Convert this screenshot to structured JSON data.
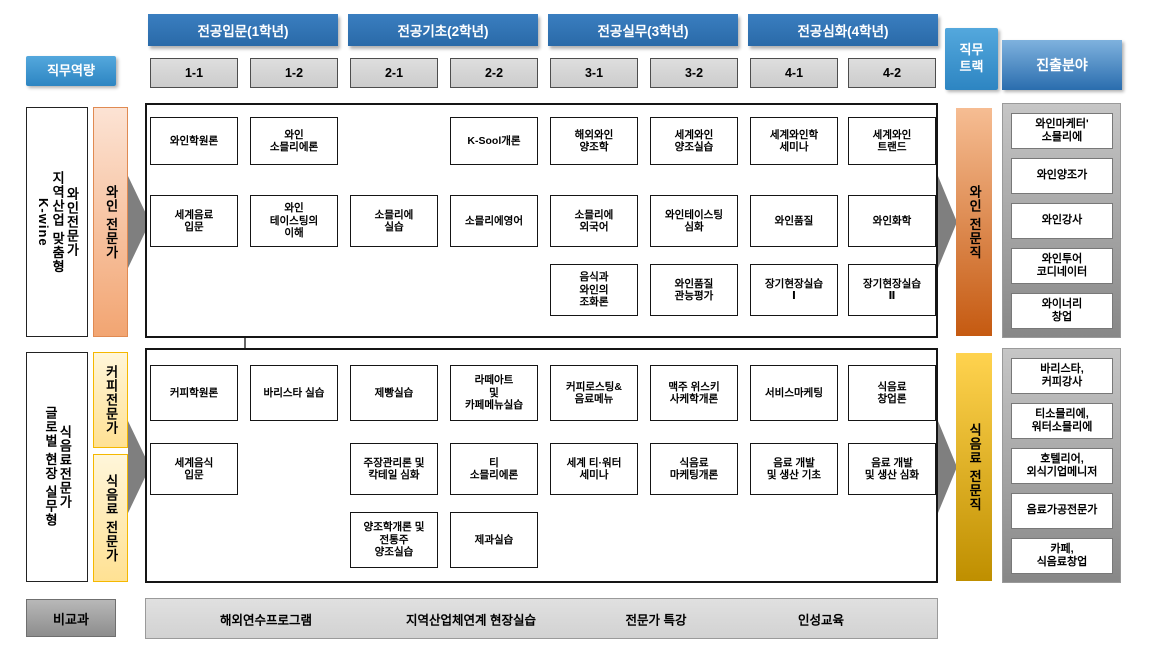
{
  "header": {
    "competency": "직무역량",
    "grades": [
      "전공입문(1학년)",
      "전공기초(2학년)",
      "전공실무(3학년)",
      "전공심화(4학년)"
    ],
    "semesters": [
      "1-1",
      "1-2",
      "2-1",
      "2-2",
      "3-1",
      "3-2",
      "4-1",
      "4-2"
    ],
    "job_track": "직무\n트랙",
    "career_field": "진출분야"
  },
  "wine_track": {
    "left_label": "와인전문가\n지역산업 맞춤형\nK-wine",
    "competency": "와인 전문가",
    "job_track": "와인 전문직",
    "courses": [
      {
        "col": 0,
        "row": 0,
        "label": "와인학원론"
      },
      {
        "col": 1,
        "row": 0,
        "label": "와인\n소믈리에론"
      },
      {
        "col": 3,
        "row": 0,
        "label": "K-Sool개론"
      },
      {
        "col": 4,
        "row": 0,
        "label": "해외와인\n양조학"
      },
      {
        "col": 5,
        "row": 0,
        "label": "세계와인\n양조실습"
      },
      {
        "col": 6,
        "row": 0,
        "label": "세계와인학\n세미나"
      },
      {
        "col": 7,
        "row": 0,
        "label": "세계와인\n트랜드"
      },
      {
        "col": 0,
        "row": 1,
        "label": "세계음료\n입문"
      },
      {
        "col": 1,
        "row": 1,
        "label": "와인\n테이스팅의\n이해"
      },
      {
        "col": 2,
        "row": 1,
        "label": "소믈리에\n실습"
      },
      {
        "col": 3,
        "row": 1,
        "label": "소믈리에영어"
      },
      {
        "col": 4,
        "row": 1,
        "label": "소믈리에\n외국어"
      },
      {
        "col": 5,
        "row": 1,
        "label": "와인테이스팅\n심화"
      },
      {
        "col": 6,
        "row": 1,
        "label": "와인품질"
      },
      {
        "col": 7,
        "row": 1,
        "label": "와인화학"
      },
      {
        "col": 4,
        "row": 2,
        "label": "음식과\n와인의\n조화론"
      },
      {
        "col": 5,
        "row": 2,
        "label": "와인품질\n관능평가"
      },
      {
        "col": 6,
        "row": 2,
        "label": "장기현장실습\nⅠ"
      },
      {
        "col": 7,
        "row": 2,
        "label": "장기현장실습\nⅡ"
      }
    ],
    "careers": [
      "와인마케터'\n소믈리에",
      "와인양조가",
      "와인강사",
      "와인투어\n코디네이터",
      "와이너리\n창업"
    ]
  },
  "food_track": {
    "left_label": "식음료전문가\n글로벌 현장 실무형",
    "competencies": [
      "커피전문가",
      "식음료 전문가"
    ],
    "job_track": "식음료 전문직",
    "courses": [
      {
        "col": 0,
        "row": 0,
        "label": "커피학원론"
      },
      {
        "col": 1,
        "row": 0,
        "label": "바리스타 실습"
      },
      {
        "col": 2,
        "row": 0,
        "label": "제빵실습"
      },
      {
        "col": 3,
        "row": 0,
        "label": "라떼아트\n및\n카페메뉴실습"
      },
      {
        "col": 4,
        "row": 0,
        "label": "커피로스팅&\n음료메뉴"
      },
      {
        "col": 5,
        "row": 0,
        "label": "맥주 위스키\n사케학개론"
      },
      {
        "col": 6,
        "row": 0,
        "label": "서비스마케팅"
      },
      {
        "col": 7,
        "row": 0,
        "label": "식음료\n창업론"
      },
      {
        "col": 0,
        "row": 1,
        "label": "세계음식\n입문"
      },
      {
        "col": 2,
        "row": 1,
        "label": "주장관리론 및\n칵테일 심화"
      },
      {
        "col": 3,
        "row": 1,
        "label": "티\n소믈리에론"
      },
      {
        "col": 4,
        "row": 1,
        "label": "세계 티·워터\n세미나"
      },
      {
        "col": 5,
        "row": 1,
        "label": "식음료\n마케팅개론"
      },
      {
        "col": 6,
        "row": 1,
        "label": "음료 개발\n및 생산 기초"
      },
      {
        "col": 7,
        "row": 1,
        "label": "음료 개발\n및 생산 심화"
      },
      {
        "col": 2,
        "row": 2,
        "label": "양조학개론 및\n전통주\n양조실습"
      },
      {
        "col": 3,
        "row": 2,
        "label": "제과실습"
      }
    ],
    "careers": [
      "바리스타,\n커피강사",
      "티소믈리에,\n워터소믈리에",
      "호텔리어,\n외식기업메니저",
      "음료가공전문가",
      "카페,\n식음료창업"
    ]
  },
  "extracurricular": {
    "label": "비교과",
    "programs": [
      "해외연수프로그램",
      "지역산업체연계 현장실습",
      "전문가 특강",
      "인성교육"
    ]
  },
  "colors": {
    "header_blue": "#2e74b5",
    "accent_blue": "#3e9bd6",
    "wine_orange": "#f2a572",
    "wine_job_orange": "#c55a11",
    "coffee_yellow": "#ffe193",
    "food_job_gold": "#bf8f00",
    "arrow_gray": "#7f7f7f"
  }
}
